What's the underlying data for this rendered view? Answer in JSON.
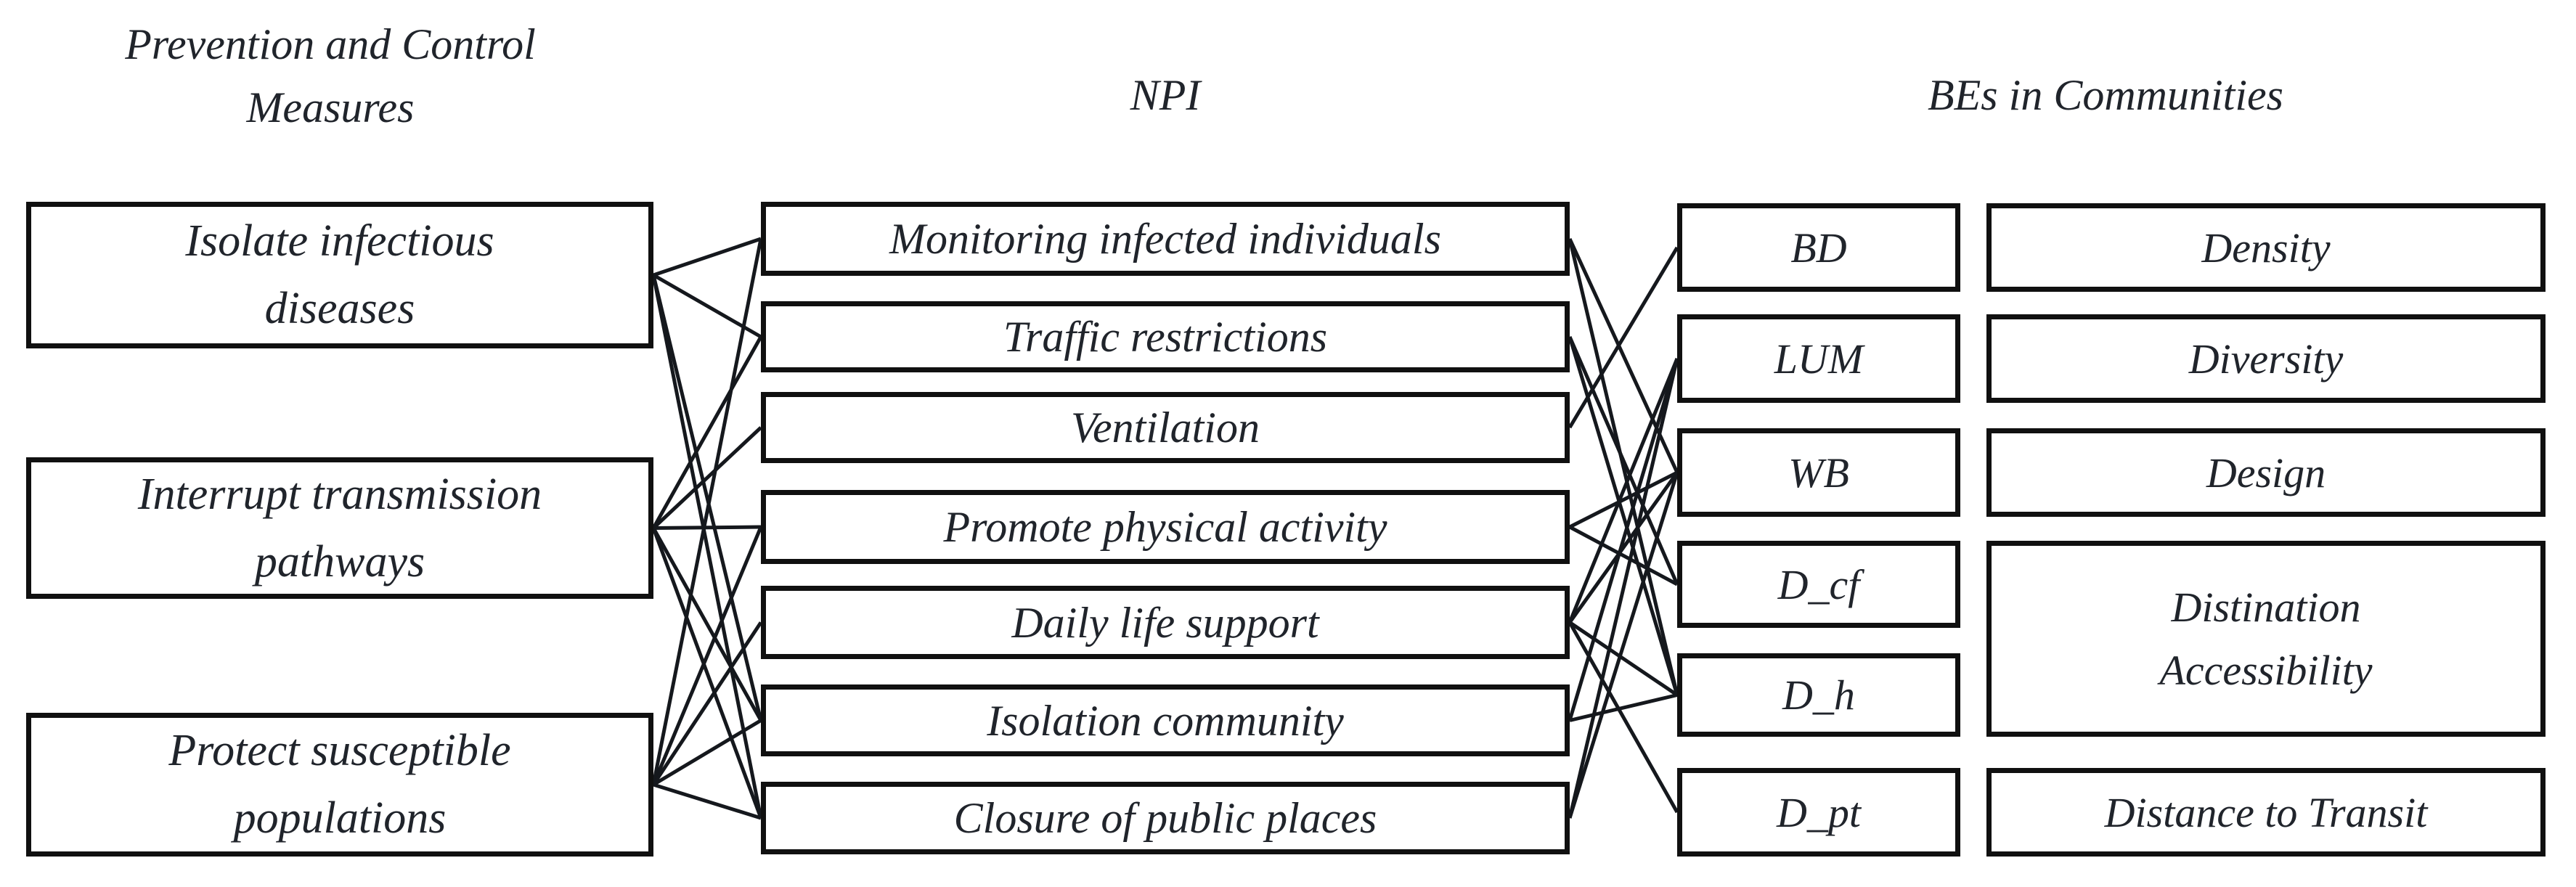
{
  "headers": {
    "left": "Prevention and Control\nMeasures",
    "middle": "NPI",
    "right": "BEs in Communities"
  },
  "measures": [
    {
      "id": "isolate",
      "lines": [
        "Isolate infectious",
        "diseases"
      ]
    },
    {
      "id": "interrupt",
      "lines": [
        "Interrupt transmission",
        "pathways"
      ]
    },
    {
      "id": "protect",
      "lines": [
        "Protect susceptible",
        "populations"
      ]
    }
  ],
  "npi": [
    {
      "id": "monitoring",
      "lines": [
        "Monitoring infected individuals"
      ]
    },
    {
      "id": "traffic",
      "lines": [
        "Traffic restrictions"
      ]
    },
    {
      "id": "ventilation",
      "lines": [
        "Ventilation"
      ]
    },
    {
      "id": "promote",
      "lines": [
        "Promote physical activity"
      ]
    },
    {
      "id": "daily",
      "lines": [
        "Daily life support"
      ]
    },
    {
      "id": "isolation_community",
      "lines": [
        "Isolation community"
      ]
    },
    {
      "id": "closure",
      "lines": [
        "Closure of public places"
      ]
    }
  ],
  "be_codes": [
    {
      "id": "bd",
      "lines": [
        "BD"
      ]
    },
    {
      "id": "lum",
      "lines": [
        "LUM"
      ]
    },
    {
      "id": "wb",
      "lines": [
        "WB"
      ]
    },
    {
      "id": "d_cf",
      "lines": [
        "D_cf"
      ]
    },
    {
      "id": "d_h",
      "lines": [
        "D_h"
      ]
    },
    {
      "id": "d_pt",
      "lines": [
        "D_pt"
      ]
    }
  ],
  "be_labels": [
    {
      "id": "density",
      "lines": [
        "Density"
      ]
    },
    {
      "id": "diversity",
      "lines": [
        "Diversity"
      ]
    },
    {
      "id": "design",
      "lines": [
        "Design"
      ]
    },
    {
      "id": "dist_access",
      "lines": [
        "Distination",
        "Accessibility"
      ]
    },
    {
      "id": "dist_transit",
      "lines": [
        "Distance to Transit"
      ]
    }
  ],
  "connections": {
    "measures_to_npi": [
      [
        "isolate",
        "monitoring"
      ],
      [
        "isolate",
        "traffic"
      ],
      [
        "isolate",
        "isolation_community"
      ],
      [
        "isolate",
        "closure"
      ],
      [
        "interrupt",
        "traffic"
      ],
      [
        "interrupt",
        "ventilation"
      ],
      [
        "interrupt",
        "promote"
      ],
      [
        "interrupt",
        "isolation_community"
      ],
      [
        "interrupt",
        "closure"
      ],
      [
        "protect",
        "monitoring"
      ],
      [
        "protect",
        "promote"
      ],
      [
        "protect",
        "daily"
      ],
      [
        "protect",
        "isolation_community"
      ],
      [
        "protect",
        "closure"
      ]
    ],
    "npi_to_be": [
      [
        "monitoring",
        "wb"
      ],
      [
        "monitoring",
        "d_h"
      ],
      [
        "traffic",
        "d_cf"
      ],
      [
        "traffic",
        "d_h"
      ],
      [
        "ventilation",
        "bd"
      ],
      [
        "promote",
        "wb"
      ],
      [
        "promote",
        "d_cf"
      ],
      [
        "daily",
        "lum"
      ],
      [
        "daily",
        "wb"
      ],
      [
        "daily",
        "d_h"
      ],
      [
        "daily",
        "d_pt"
      ],
      [
        "isolation_community",
        "lum"
      ],
      [
        "isolation_community",
        "d_h"
      ],
      [
        "closure",
        "lum"
      ],
      [
        "closure",
        "wb"
      ]
    ]
  },
  "colors": {
    "line": "#15181d",
    "border": "#101010",
    "text": "#20242b"
  }
}
